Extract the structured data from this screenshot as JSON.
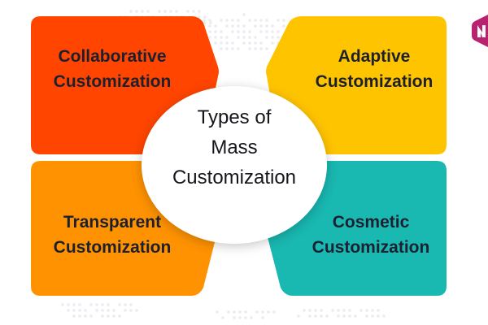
{
  "diagram": {
    "center": {
      "line1": "Types of",
      "line2": "Mass",
      "line3": "Customization"
    },
    "quadrants": [
      {
        "position": "top-left",
        "line1": "Collaborative",
        "line2": "Customization",
        "color": "#ff4500"
      },
      {
        "position": "top-right",
        "line1": "Adaptive",
        "line2": "Customization",
        "color": "#ffc400"
      },
      {
        "position": "bottom-left",
        "line1": "Transparent",
        "line2": "Customization",
        "color": "#ff9200"
      },
      {
        "position": "bottom-right",
        "line1": "Cosmetic",
        "line2": "Customization",
        "color": "#19b8b1"
      }
    ],
    "logo_color": "#b8226e",
    "background_dots_color": "#e9ecf1"
  }
}
